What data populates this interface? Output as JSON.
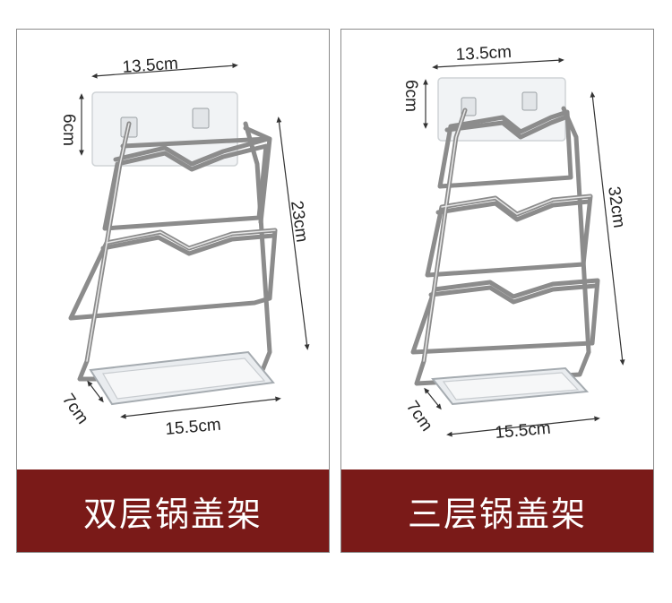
{
  "panels": [
    {
      "label": "双层锅盖架",
      "dims": {
        "width_top": "13.5cm",
        "height_hook": "6cm",
        "height_total": "23cm",
        "depth": "7cm",
        "width_base": "15.5cm"
      }
    },
    {
      "label": "三层锅盖架",
      "dims": {
        "width_top": "13.5cm",
        "height_hook": "6cm",
        "height_total": "32cm",
        "depth": "7cm",
        "width_base": "15.5cm"
      }
    }
  ],
  "colors": {
    "banner": "#7a1a18",
    "border": "#8a8a8a",
    "wire": "#8c8c8c",
    "text": "#222222"
  },
  "icons": [
    "adhesive-hook-plate",
    "wire-rack",
    "drip-tray",
    "dimension-arrow"
  ]
}
